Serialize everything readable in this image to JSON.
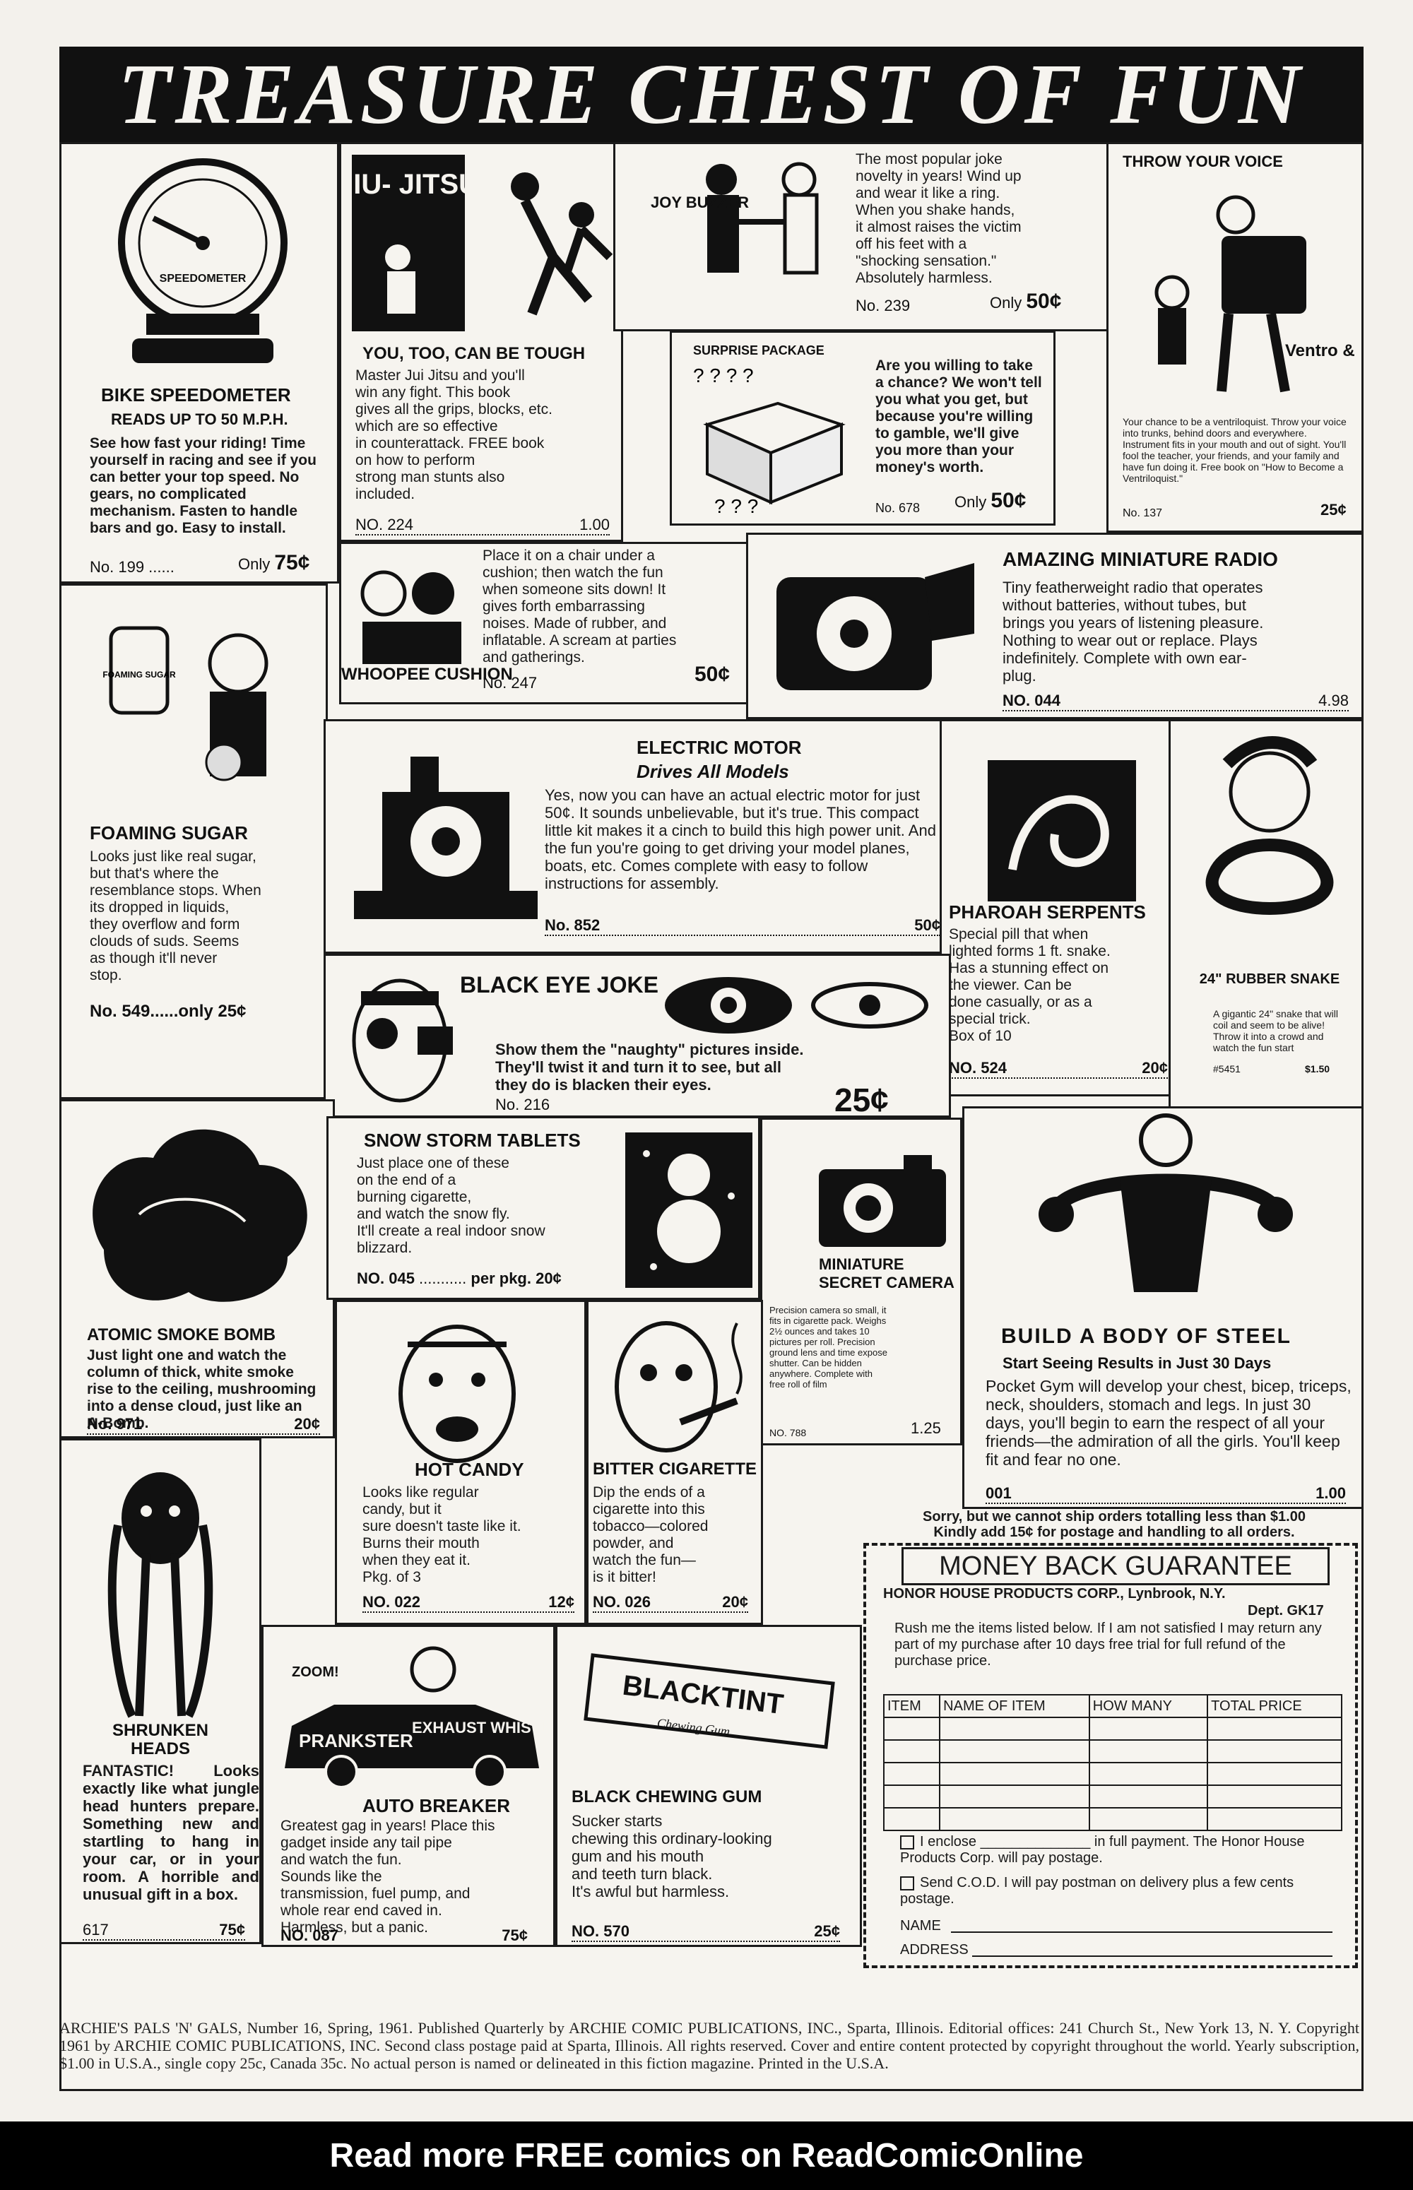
{
  "banner": {
    "title": "TREASURE CHEST OF FUN"
  },
  "speedometer": {
    "art_words": "SPEEDOMETER",
    "title": "BIKE SPEEDOMETER",
    "subtitle": "READS UP TO 50 M.P.H.",
    "body": "See how fast your riding! Time yourself in racing and see if you can better your top speed. No gears, no complicated mechanism. Fasten to handle bars and go. Easy to install.",
    "no": "No. 199 ......",
    "price_pre": "Only",
    "price": "75¢"
  },
  "jiujitsu": {
    "book_title": "JIU- JITSU",
    "title": "YOU, TOO, CAN BE TOUGH",
    "body": "Master Jui Jitsu and you'll\nwin any fight. This book\ngives all the grips, blocks, etc.\nwhich are so effective\nin counterattack. FREE book\non how to perform\nstrong man stunts also\nincluded.",
    "no": "NO. 224",
    "price": "1.00"
  },
  "joybuzzer": {
    "art_label": "JOY BUZZER",
    "body": "The most popular joke\nnovelty in years! Wind up\nand wear it like a ring.\nWhen you shake hands,\nit almost raises the victim\noff his feet with a\n\"shocking sensation.\"\nAbsolutely harmless.",
    "no": "No. 239",
    "price_pre": "Only",
    "price": "50¢"
  },
  "throwvoice": {
    "title": "THROW YOUR VOICE",
    "art_label": "Ventro & Book",
    "body": "Your chance to be a ventriloquist. Throw your voice into trunks, behind doors and everywhere. Instrument fits in your mouth and out of sight. You'll fool the teacher, your friends, and your family and have fun doing it. Free book on \"How to Become a Ventriloquist.\"",
    "no": "No. 137",
    "price": "25¢"
  },
  "surprise": {
    "title": "SURPRISE PACKAGE",
    "body": "Are you willing to take a chance? We won't tell you what you get, but because you're willing to gamble, we'll give you more than your money's worth.",
    "no": "No. 678",
    "price_pre": "Only",
    "price": "50¢"
  },
  "whoopee": {
    "title": "WHOOPEE CUSHION",
    "body": "Place it on a chair under a\ncushion; then watch the fun\nwhen someone sits down! It\ngives forth embarrassing\nnoises. Made of rubber, and\ninflatable. A scream at parties\nand gatherings.",
    "no": "No. 247",
    "price": "50¢"
  },
  "radio": {
    "title": "AMAZING MINIATURE RADIO",
    "body": "Tiny featherweight radio that operates\nwithout batteries, without tubes, but\nbrings you years of listening pleasure.\nNothing to wear out or replace. Plays\nindefinitely. Complete with own ear-\nplug.",
    "no": "NO. 044",
    "price": "4.98"
  },
  "foaming": {
    "art_label": "FOAMING SUGAR",
    "title": "FOAMING SUGAR",
    "body": "Looks just like real sugar,\nbut that's where the\nresemblance stops. When\nits dropped in liquids,\nthey overflow and form\nclouds of suds. Seems\nas though it'll never\nstop.",
    "no": "No. 549......only 25¢"
  },
  "motor": {
    "title": "ELECTRIC MOTOR",
    "subtitle": "Drives All Models",
    "body": "Yes, now you can have an actual electric motor for just 50¢. It sounds unbelievable, but it's true. This compact little kit makes it a cinch to build this high power unit. And the fun you're going to get driving your model planes, boats, etc. Comes complete with easy to follow instructions for assembly.",
    "no": "No. 852",
    "price": "50¢"
  },
  "serpents": {
    "title": "PHAROAH SERPENTS",
    "body": "Special pill that when\nlighted forms 1 ft. snake.\nHas a stunning effect on\nthe viewer. Can be\ndone casually, or as a\nspecial trick.\nBox of 10",
    "no": "NO. 524",
    "price": "20¢"
  },
  "snake": {
    "title": "24\" RUBBER SNAKE",
    "body": "A gigantic 24\" snake that will coil and seem to be alive! Throw it into a crowd and watch the fun start",
    "no": "#5451",
    "price": "$1.50"
  },
  "blackeye": {
    "title": "BLACK EYE JOKE",
    "body": "Show them the \"naughty\" pictures inside.\nThey'll twist it and turn it to see, but all\nthey do is blacken their eyes.",
    "no": "No. 216",
    "price": "25¢"
  },
  "atomic": {
    "title": "ATOMIC SMOKE BOMB",
    "body": "Just light one and watch the column of thick, white smoke rise to the ceiling, mushrooming into a dense cloud, just like an A-Bomb.",
    "no": "No. 971",
    "price": "20¢"
  },
  "snowstorm": {
    "title": "SNOW STORM TABLETS",
    "body": "Just place one of these\non the end of a\nburning cigarette,\nand watch the snow fly.\nIt'll create a real indoor snow\nblizzard.",
    "no": "NO. 045",
    "price": "per pkg. 20¢"
  },
  "camera": {
    "title": "MINIATURE SECRET CAMERA",
    "body": "Precision camera so small, it fits in cigarette pack. Weighs 2½ ounces and takes 10 pictures per roll. Precision ground lens and time expose shutter. Can be hidden anywhere. Complete with free roll of film",
    "no": "NO. 788",
    "price": "1.25"
  },
  "body_steel": {
    "title": "BUILD A BODY OF STEEL",
    "subtitle": "Start Seeing Results in Just 30 Days",
    "body": "Pocket Gym will develop your chest, bicep, triceps, neck, shoulders, stomach and legs. In just 30 days, you'll begin to earn the respect of all your friends—the admiration of all the girls. You'll keep fit and fear no one.",
    "no": "001",
    "price": "1.00"
  },
  "hotcandy": {
    "title": "HOT CANDY",
    "body": "Looks like regular\ncandy, but it\nsure doesn't taste like it.\nBurns their mouth\nwhen they eat it.\nPkg. of 3",
    "no": "NO. 022",
    "price": "12¢"
  },
  "bitter": {
    "title": "BITTER CIGARETTE",
    "body": "Dip the ends of a\ncigarette into this\ntobacco—colored\npowder, and\nwatch the fun—\nis it bitter!",
    "no": "NO. 026",
    "price": "20¢"
  },
  "shrunken": {
    "title": "SHRUNKEN HEADS",
    "body": "FANTASTIC! Looks exactly like what jungle head hunters prepare. Something new and startling to hang in your car, or in your room. A horrible and unusual gift in a box.",
    "no": "617",
    "price": "75¢"
  },
  "autobreaker": {
    "art_label1": "PRANKSTER",
    "art_label2": "EXHAUST WHISTLE",
    "art_label3": "ZOOM!",
    "title": "AUTO BREAKER",
    "body": "Greatest gag in years! Place this\ngadget inside any tail pipe\nand watch the fun.\nSounds like the\ntransmission, fuel pump, and\nwhole rear end caved in.\nHarmless, but a panic.",
    "no": "NO. 087",
    "price": "75¢"
  },
  "gum": {
    "art_label": "BLACKTINT",
    "art_sub": "Chewing Gum",
    "title": "BLACK CHEWING GUM",
    "body": "Sucker starts\nchewing this ordinary-looking\ngum and his mouth\nand teeth turn black.\nIt's awful but harmless.",
    "no": "NO. 570",
    "price": "25¢"
  },
  "order": {
    "notice": "Sorry, but we cannot ship orders totalling less than $1.00\nKindly add 15¢ for postage and handling to all orders.",
    "guarantee": "MONEY BACK GUARANTEE",
    "company": "HONOR HOUSE PRODUCTS CORP., Lynbrook, N.Y.",
    "dept": "Dept. GK17",
    "instructions": "Rush me the items listed below. If I am not satisfied I may return any part of my purchase after 10 days free trial for full refund of the purchase price.",
    "columns": [
      "ITEM",
      "NAME OF ITEM",
      "HOW MANY",
      "TOTAL PRICE"
    ],
    "enclose": "I enclose ______________ in full payment. The Honor House Products Corp. will pay postage.",
    "cod": "Send C.O.D. I will pay postman on delivery plus a few cents postage.",
    "name_label": "NAME",
    "address_label": "ADDRESS"
  },
  "footer": {
    "text": "ARCHIE'S PALS 'N' GALS, Number 16, Spring, 1961. Published Quarterly by ARCHIE COMIC PUBLICATIONS, INC., Sparta, Illinois. Editorial offices: 241 Church St., New York 13, N. Y. Copyright 1961 by ARCHIE COMIC PUBLICATIONS, INC. Second class postage paid at Sparta, Illinois. All rights reserved. Cover and entire content protected by copyright throughout the world. Yearly subscription, $1.00 in U.S.A., single copy 25c, Canada 35c. No actual person is named or delineated in this fiction magazine. Printed in the U.S.A."
  },
  "bottom_banner": {
    "text": "Read more FREE comics on ReadComicOnline"
  }
}
